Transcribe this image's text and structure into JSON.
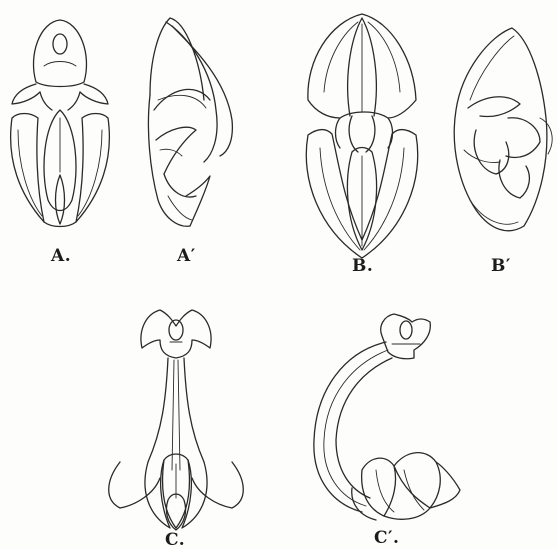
{
  "figure": {
    "labels": {
      "a": "A.",
      "a_prime": "A′",
      "b": "B.",
      "b_prime": "B′",
      "c": "C.",
      "c_prime": "C′."
    }
  }
}
